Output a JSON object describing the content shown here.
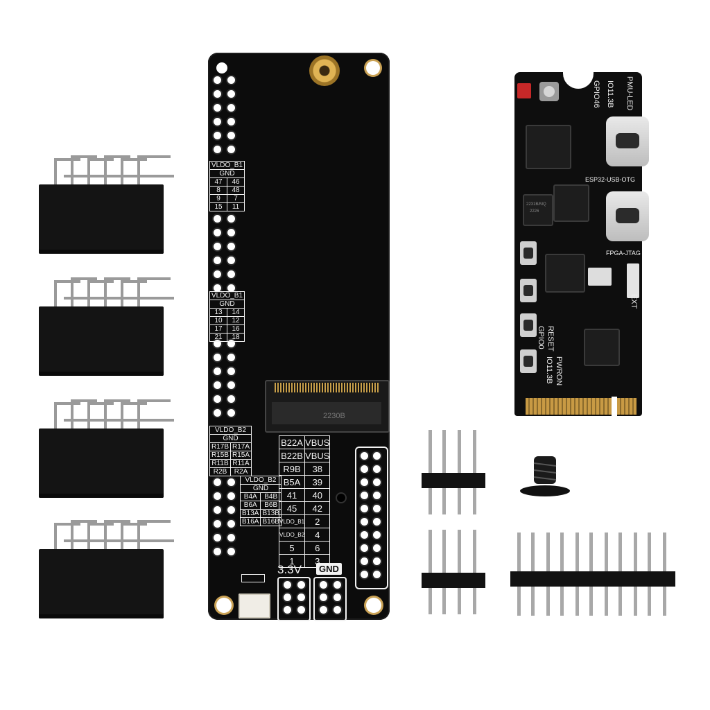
{
  "product": {
    "carrier_board": {
      "pin_table_1": {
        "header": "VLDO_B1",
        "sub": "GND",
        "rows": [
          [
            "47",
            "46"
          ],
          [
            "8",
            "48"
          ],
          [
            "9",
            "7"
          ],
          [
            "15",
            "11"
          ]
        ]
      },
      "pin_table_2": {
        "header": "VLDO_B1",
        "sub": "GND",
        "rows": [
          [
            "13",
            "14"
          ],
          [
            "10",
            "12"
          ],
          [
            "17",
            "16"
          ],
          [
            "21",
            "18"
          ]
        ]
      },
      "pin_table_3": {
        "header": "VLDO_B2",
        "sub": "GND",
        "rows": [
          [
            "R17B",
            "R17A"
          ],
          [
            "R15B",
            "R15A"
          ],
          [
            "R11B",
            "R11A"
          ],
          [
            "R2B",
            "R2A"
          ]
        ]
      },
      "pin_table_4": {
        "header": "VLDO_B2",
        "sub": "GND",
        "rows": [
          [
            "B4A",
            "B4B"
          ],
          [
            "B6A",
            "B6B"
          ],
          [
            "B13A",
            "B13B"
          ],
          [
            "B16A",
            "B16B"
          ]
        ]
      },
      "big_table": [
        [
          "B22A",
          "VBUS"
        ],
        [
          "B22B",
          "VBUS"
        ],
        [
          "R9B",
          "38"
        ],
        [
          "B5A",
          "39"
        ],
        [
          "41",
          "40"
        ],
        [
          "45",
          "42"
        ],
        [
          "VLDO_B1",
          "2"
        ],
        [
          "VLDO_B2",
          "4"
        ],
        [
          "5",
          "6"
        ],
        [
          "1",
          "3"
        ]
      ],
      "power_labels": {
        "v33": "3.3V",
        "gnd": "GND"
      },
      "m2_slot_marking": "2230B"
    },
    "m2_module": {
      "labels": {
        "gpio": "GPIO46",
        "io": "IO11.3B",
        "pmu": "PMU-LED",
        "usb_otg": "ESP32-USB-OTG",
        "fpga_jtag": "FPGA-JTAG",
        "ext": "EXT",
        "reset": "RESET",
        "gpio0": "GPIO0",
        "pwron": "PWRON",
        "chip_a": "2231B/MQ",
        "chip_a_line2": "2226"
      }
    }
  },
  "colors": {
    "pcb": "#0c0c0c",
    "silk": "#f2f2f2",
    "gold": "#c89a44",
    "background": "#ffffff"
  }
}
